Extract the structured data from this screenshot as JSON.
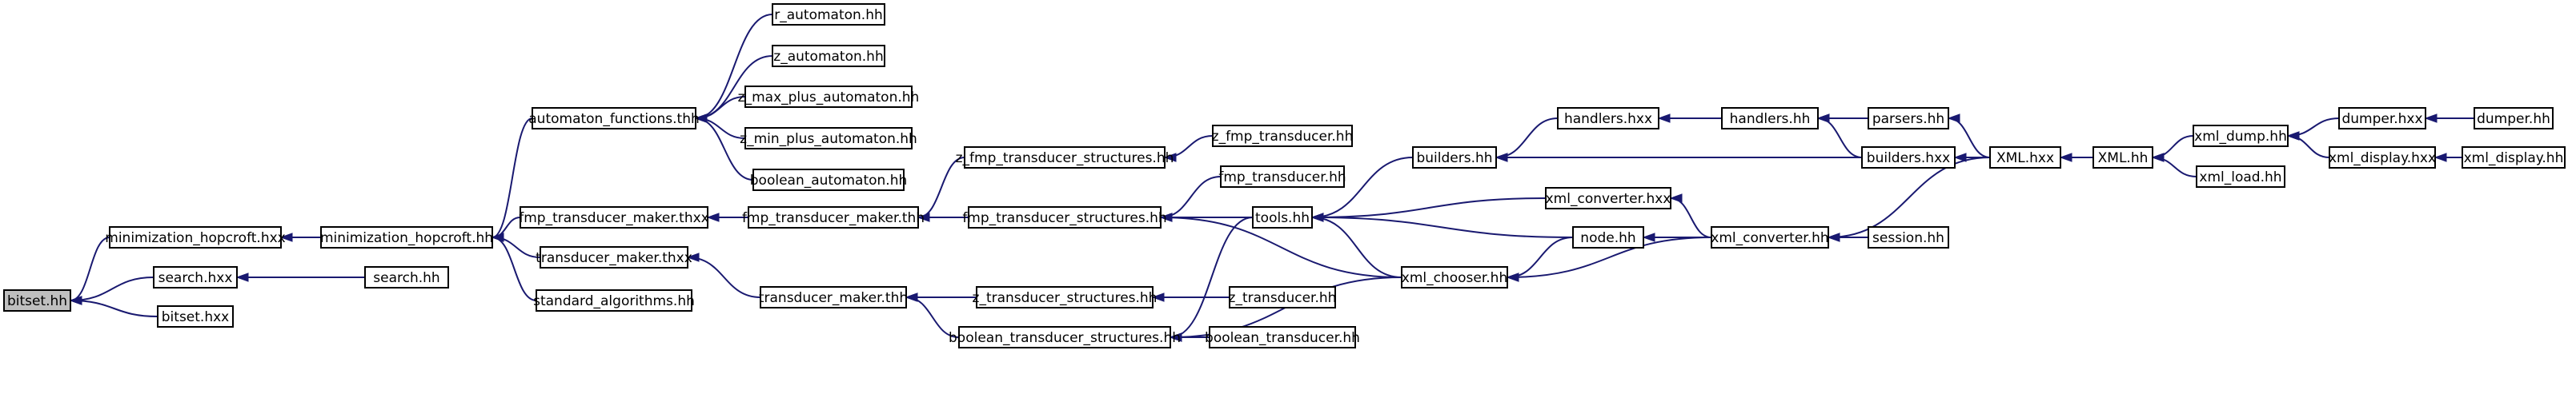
{
  "graph": {
    "colors": {
      "edge": "#191970",
      "node_border": "#000000",
      "root_fill": "#bfbfbf",
      "node_fill": "#ffffff"
    },
    "nodes": [
      {
        "id": "bitset_hh",
        "label": "bitset.hh",
        "root": true
      },
      {
        "id": "minimization_hopcroft_hxx",
        "label": "minimization_hopcroft.hxx"
      },
      {
        "id": "search_hxx",
        "label": "search.hxx"
      },
      {
        "id": "bitset_hxx",
        "label": "bitset.hxx"
      },
      {
        "id": "minimization_hopcroft_hh",
        "label": "minimization_hopcroft.hh"
      },
      {
        "id": "search_hh",
        "label": "search.hh"
      },
      {
        "id": "automaton_functions_thh",
        "label": "automaton_functions.thh"
      },
      {
        "id": "fmp_transducer_maker_thxx",
        "label": "fmp_transducer_maker.thxx"
      },
      {
        "id": "transducer_maker_thxx",
        "label": "transducer_maker.thxx"
      },
      {
        "id": "standard_algorithms_hh",
        "label": "standard_algorithms.hh"
      },
      {
        "id": "r_automaton_hh",
        "label": "r_automaton.hh"
      },
      {
        "id": "z_automaton_hh",
        "label": "z_automaton.hh"
      },
      {
        "id": "z_max_plus_automaton_hh",
        "label": "z_max_plus_automaton.hh"
      },
      {
        "id": "z_min_plus_automaton_hh",
        "label": "z_min_plus_automaton.hh"
      },
      {
        "id": "boolean_automaton_hh",
        "label": "boolean_automaton.hh"
      },
      {
        "id": "fmp_transducer_maker_thh",
        "label": "fmp_transducer_maker.thh"
      },
      {
        "id": "transducer_maker_thh",
        "label": "transducer_maker.thh"
      },
      {
        "id": "z_fmp_transducer_structures_hh",
        "label": "z_fmp_transducer_structures.hh"
      },
      {
        "id": "fmp_transducer_structures_hh",
        "label": "fmp_transducer_structures.hh"
      },
      {
        "id": "z_transducer_structures_hh",
        "label": "z_transducer_structures.hh"
      },
      {
        "id": "boolean_transducer_structures_hh",
        "label": "boolean_transducer_structures.hh"
      },
      {
        "id": "z_fmp_transducer_hh",
        "label": "z_fmp_transducer.hh"
      },
      {
        "id": "fmp_transducer_hh",
        "label": "fmp_transducer.hh"
      },
      {
        "id": "tools_hh",
        "label": "tools.hh"
      },
      {
        "id": "z_transducer_hh",
        "label": "z_transducer.hh"
      },
      {
        "id": "boolean_transducer_hh",
        "label": "boolean_transducer.hh"
      },
      {
        "id": "builders_hh",
        "label": "builders.hh"
      },
      {
        "id": "xml_chooser_hh",
        "label": "xml_chooser.hh"
      },
      {
        "id": "handlers_hxx",
        "label": "handlers.hxx"
      },
      {
        "id": "xml_converter_hxx",
        "label": "xml_converter.hxx"
      },
      {
        "id": "node_hh",
        "label": "node.hh"
      },
      {
        "id": "handlers_hh",
        "label": "handlers.hh"
      },
      {
        "id": "xml_converter_hh",
        "label": "xml_converter.hh"
      },
      {
        "id": "parsers_hh",
        "label": "parsers.hh"
      },
      {
        "id": "builders_hxx",
        "label": "builders.hxx"
      },
      {
        "id": "session_hh",
        "label": "session.hh"
      },
      {
        "id": "XML_hxx",
        "label": "XML.hxx"
      },
      {
        "id": "XML_hh",
        "label": "XML.hh"
      },
      {
        "id": "xml_dump_hh",
        "label": "xml_dump.hh"
      },
      {
        "id": "xml_load_hh",
        "label": "xml_load.hh"
      },
      {
        "id": "dumper_hxx",
        "label": "dumper.hxx"
      },
      {
        "id": "xml_display_hxx",
        "label": "xml_display.hxx"
      },
      {
        "id": "dumper_hh",
        "label": "dumper.hh"
      },
      {
        "id": "xml_display_hh",
        "label": "xml_display.hh"
      }
    ],
    "edges": [
      {
        "from": "minimization_hopcroft_hxx",
        "to": "bitset_hh"
      },
      {
        "from": "search_hxx",
        "to": "bitset_hh"
      },
      {
        "from": "bitset_hxx",
        "to": "bitset_hh"
      },
      {
        "from": "minimization_hopcroft_hh",
        "to": "minimization_hopcroft_hxx"
      },
      {
        "from": "search_hh",
        "to": "search_hxx"
      },
      {
        "from": "automaton_functions_thh",
        "to": "minimization_hopcroft_hh"
      },
      {
        "from": "fmp_transducer_maker_thxx",
        "to": "minimization_hopcroft_hh"
      },
      {
        "from": "transducer_maker_thxx",
        "to": "minimization_hopcroft_hh"
      },
      {
        "from": "standard_algorithms_hh",
        "to": "minimization_hopcroft_hh"
      },
      {
        "from": "r_automaton_hh",
        "to": "automaton_functions_thh"
      },
      {
        "from": "z_automaton_hh",
        "to": "automaton_functions_thh"
      },
      {
        "from": "z_max_plus_automaton_hh",
        "to": "automaton_functions_thh"
      },
      {
        "from": "z_min_plus_automaton_hh",
        "to": "automaton_functions_thh"
      },
      {
        "from": "boolean_automaton_hh",
        "to": "automaton_functions_thh"
      },
      {
        "from": "fmp_transducer_maker_thh",
        "to": "fmp_transducer_maker_thxx"
      },
      {
        "from": "transducer_maker_thh",
        "to": "transducer_maker_thxx"
      },
      {
        "from": "z_fmp_transducer_structures_hh",
        "to": "fmp_transducer_maker_thh"
      },
      {
        "from": "fmp_transducer_structures_hh",
        "to": "fmp_transducer_maker_thh"
      },
      {
        "from": "z_transducer_structures_hh",
        "to": "transducer_maker_thh"
      },
      {
        "from": "boolean_transducer_structures_hh",
        "to": "transducer_maker_thh"
      },
      {
        "from": "z_fmp_transducer_hh",
        "to": "z_fmp_transducer_structures_hh"
      },
      {
        "from": "fmp_transducer_hh",
        "to": "fmp_transducer_structures_hh"
      },
      {
        "from": "tools_hh",
        "to": "fmp_transducer_structures_hh"
      },
      {
        "from": "xml_chooser_hh",
        "to": "fmp_transducer_structures_hh"
      },
      {
        "from": "z_transducer_hh",
        "to": "z_transducer_structures_hh"
      },
      {
        "from": "tools_hh",
        "to": "boolean_transducer_structures_hh"
      },
      {
        "from": "boolean_transducer_hh",
        "to": "boolean_transducer_structures_hh"
      },
      {
        "from": "xml_chooser_hh",
        "to": "boolean_transducer_structures_hh"
      },
      {
        "from": "builders_hh",
        "to": "tools_hh"
      },
      {
        "from": "xml_converter_hxx",
        "to": "tools_hh"
      },
      {
        "from": "node_hh",
        "to": "tools_hh"
      },
      {
        "from": "xml_chooser_hh",
        "to": "tools_hh"
      },
      {
        "from": "handlers_hxx",
        "to": "builders_hh"
      },
      {
        "from": "builders_hxx",
        "to": "builders_hh"
      },
      {
        "from": "handlers_hh",
        "to": "handlers_hxx"
      },
      {
        "from": "node_hh",
        "to": "xml_chooser_hh"
      },
      {
        "from": "xml_converter_hh",
        "to": "xml_chooser_hh"
      },
      {
        "from": "xml_converter_hh",
        "to": "xml_converter_hxx"
      },
      {
        "from": "xml_converter_hh",
        "to": "node_hh"
      },
      {
        "from": "parsers_hh",
        "to": "handlers_hh"
      },
      {
        "from": "builders_hxx",
        "to": "handlers_hh"
      },
      {
        "from": "session_hh",
        "to": "xml_converter_hh"
      },
      {
        "from": "XML_hxx",
        "to": "xml_converter_hh"
      },
      {
        "from": "XML_hxx",
        "to": "parsers_hh"
      },
      {
        "from": "XML_hxx",
        "to": "builders_hxx"
      },
      {
        "from": "XML_hh",
        "to": "XML_hxx"
      },
      {
        "from": "xml_dump_hh",
        "to": "XML_hh"
      },
      {
        "from": "xml_load_hh",
        "to": "XML_hh"
      },
      {
        "from": "dumper_hxx",
        "to": "xml_dump_hh"
      },
      {
        "from": "xml_display_hxx",
        "to": "xml_dump_hh"
      },
      {
        "from": "dumper_hh",
        "to": "dumper_hxx"
      },
      {
        "from": "xml_display_hh",
        "to": "xml_display_hxx"
      }
    ]
  }
}
